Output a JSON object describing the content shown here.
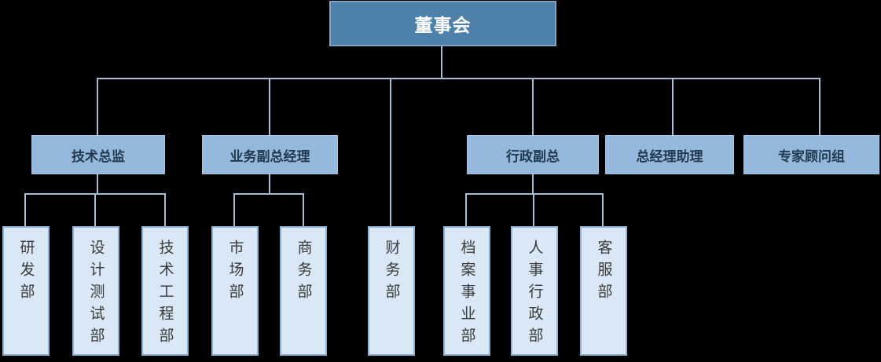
{
  "org_chart": {
    "title_node": {
      "label": "董事会"
    },
    "managers": [
      {
        "label": "技术总监",
        "children": [
          "研发部",
          "设计测试部",
          "技术工程部"
        ]
      },
      {
        "label": "业务副总经理",
        "children": [
          "市场部",
          "商务部"
        ]
      },
      {
        "label": "行政副总",
        "children": [
          "档案事业部",
          "人事行政部",
          "客服部"
        ]
      },
      {
        "label": "总经理助理",
        "children": []
      },
      {
        "label": "专家顾问组",
        "children": []
      }
    ],
    "root_direct_departments": [
      "财务部"
    ],
    "colors": {
      "background": "#000000",
      "root_fill": "#4e81a9",
      "root_border": "#7fa3c1",
      "root_text": "#ffffff",
      "manager_fill": "#94b9dc",
      "manager_text": "#223950",
      "department_fill": "#d9e7f6",
      "department_border": "#8eb2d4",
      "department_text": "#3a3a3a",
      "connector_line": "#a6bdd3"
    }
  }
}
